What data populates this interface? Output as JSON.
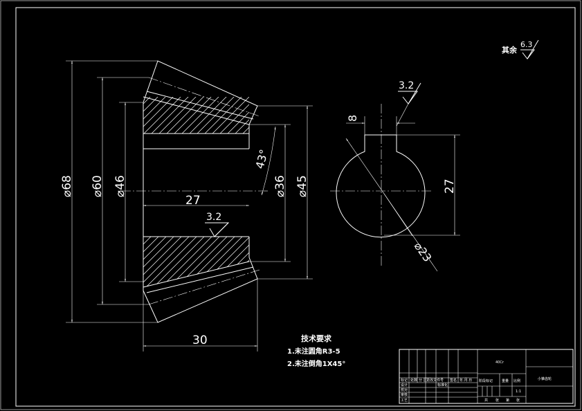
{
  "dimensions": {
    "d68": "⌀68",
    "d60": "⌀60",
    "d46": "⌀46",
    "d36": "⌀36",
    "d45": "⌀45",
    "len27": "27",
    "len30": "30",
    "angle": "43°",
    "key_width": "8",
    "key_height": "27",
    "bore": "⌀23"
  },
  "roughness": {
    "other_label": "其余",
    "other_value": "6.3",
    "bore_value": "3.2",
    "keyway_value": "3.2"
  },
  "technical_requirements": {
    "title": "技术要求",
    "items": [
      "1.未注圆角R3-5",
      "2.未注倒角1X45°"
    ]
  },
  "title_block": {
    "material": "40Cr",
    "part_name": "小锥齿轮",
    "scale": "1:1",
    "row_labels": [
      "标记",
      "设计",
      "校对",
      "审核",
      "工艺"
    ],
    "col_labels": [
      "处数",
      "分 区",
      "更改文件号",
      "签名",
      "年.月.日"
    ],
    "sub_labels": [
      "标准化",
      "阶段标记",
      "重量",
      "比例"
    ],
    "bottom_labels": [
      "共",
      "张",
      "第",
      "张"
    ]
  }
}
